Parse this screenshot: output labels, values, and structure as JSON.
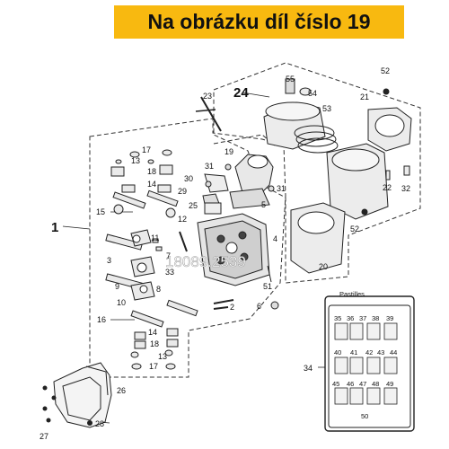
{
  "banner": {
    "text": "Na obrázku díl číslo 19",
    "color": "#f8b910"
  },
  "watermark": "18089.2539",
  "pastilles": {
    "title": "Pastilles",
    "row1": [
      "35",
      "36",
      "37",
      "38",
      "39"
    ],
    "row2": [
      "40",
      "41",
      "42",
      "43",
      "44"
    ],
    "row3": [
      "45",
      "46",
      "47",
      "48",
      "49"
    ],
    "row4": [
      "50"
    ]
  },
  "labels": {
    "n1": "1",
    "n2": "2",
    "n3": "3",
    "n4": "4",
    "n5": "5",
    "n6": "6",
    "n7": "7",
    "n8": "8",
    "n9": "9",
    "n10": "10",
    "n11": "11",
    "n12": "12",
    "n13a": "13",
    "n13b": "13",
    "n14a": "14",
    "n14b": "14",
    "n15": "15",
    "n16": "16",
    "n17a": "17",
    "n17b": "17",
    "n18a": "18",
    "n18b": "18",
    "n19": "19",
    "n20": "20",
    "n21": "21",
    "n22": "22",
    "n23": "23",
    "n24": "24",
    "n25": "25",
    "n26": "26",
    "n27": "27",
    "n28": "28",
    "n29": "29",
    "n30": "30",
    "n31a": "31",
    "n31b": "31",
    "n32": "32",
    "n33": "33",
    "n34": "34",
    "n51": "51",
    "n52a": "52",
    "n52b": "52",
    "n53": "53",
    "n54": "54",
    "n55": "55"
  }
}
